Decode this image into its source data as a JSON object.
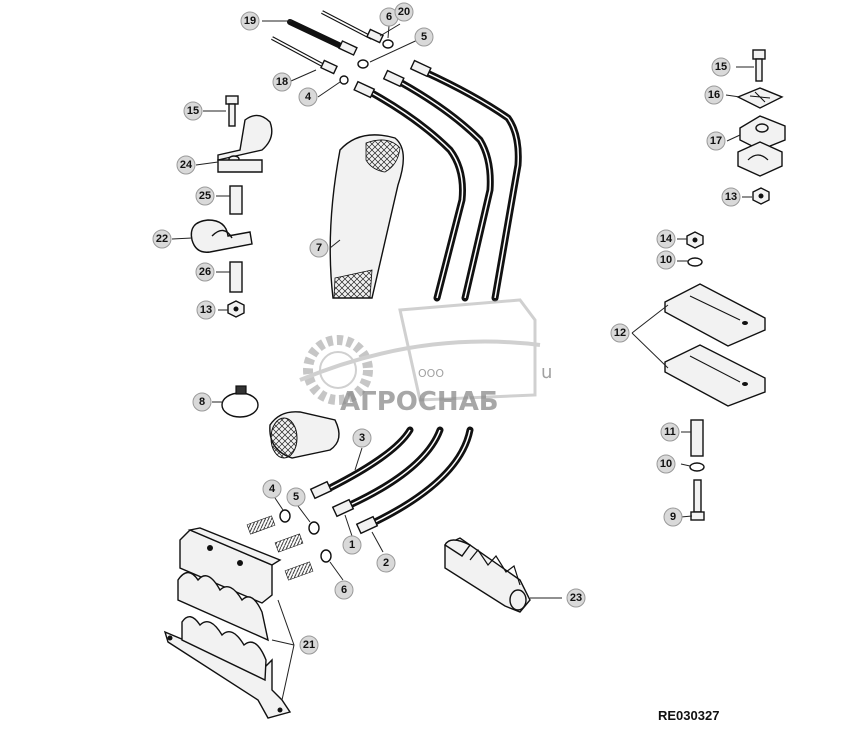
{
  "figure_ref": "RE030327",
  "watermark": {
    "company_prefix": "ООО",
    "company_name": "АГРОСНАБ",
    "suffix_fragment": "u"
  },
  "callouts": [
    "1",
    "2",
    "3",
    "4",
    "4",
    "5",
    "5",
    "6",
    "6",
    "7",
    "8",
    "9",
    "10",
    "10",
    "11",
    "12",
    "13",
    "13",
    "14",
    "15",
    "15",
    "16",
    "17",
    "18",
    "19",
    "20",
    "21",
    "22",
    "23",
    "24",
    "25",
    "26"
  ]
}
